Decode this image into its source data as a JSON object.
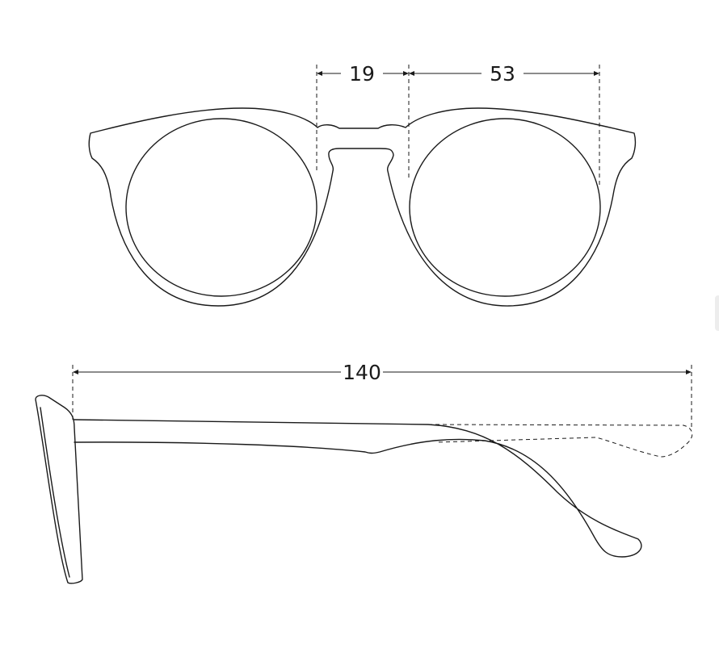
{
  "dimensions": {
    "bridge_width": "19",
    "lens_width": "53",
    "temple_length": "140"
  },
  "colors": {
    "line": "#1a1a1a",
    "background": "#ffffff"
  }
}
